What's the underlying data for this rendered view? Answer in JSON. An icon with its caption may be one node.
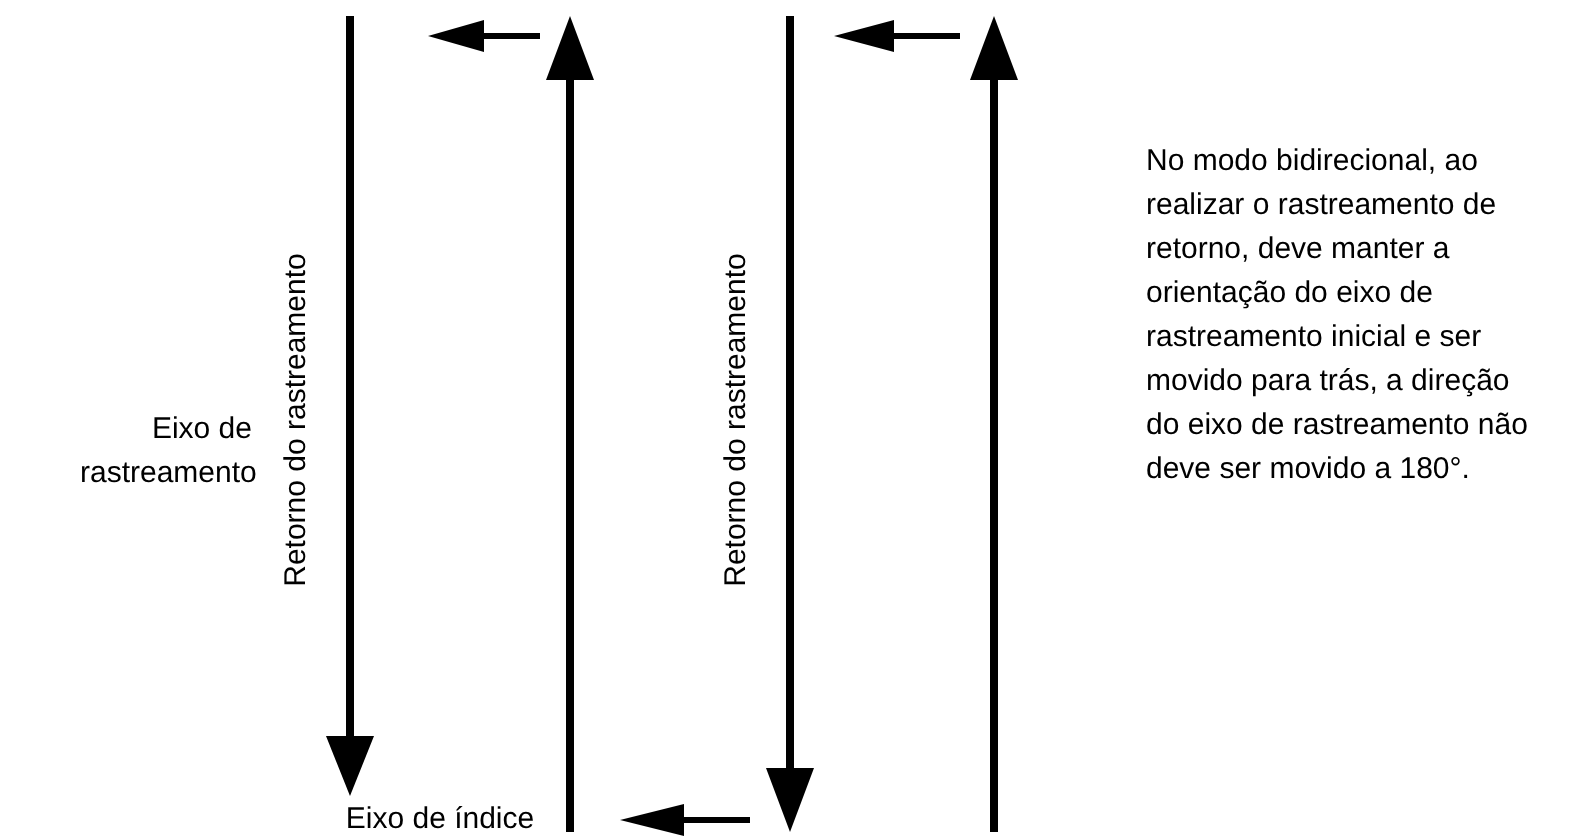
{
  "diagram": {
    "labels": [
      "Eixo de rastreamento",
      "Retorno do rastreamento",
      "Retorno do rastreamento",
      "Eixo de índice",
      "No modo bidirecional, ao realizar o rastreamento de retorno, deve manter a orientação do eixo de rastreamento inicial e ser movido para trás, a direção do eixo de rastreamento não deve ser movido a 180°."
    ]
  }
}
